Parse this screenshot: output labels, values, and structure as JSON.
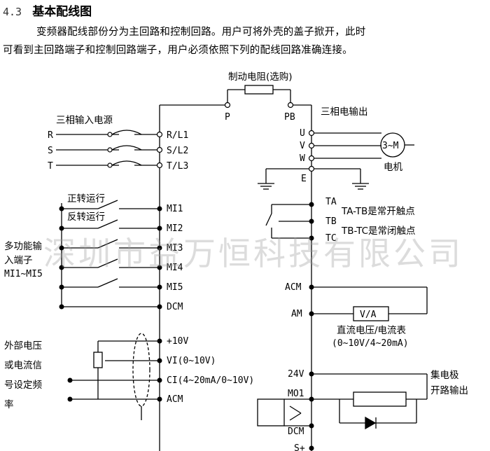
{
  "heading": {
    "number": "4.3",
    "title": "基本配线图"
  },
  "intro": {
    "line1": "变频器配线部份分为主回路和控制回路。用户可将外壳的盖子掀开，此时",
    "line2": "可看到主回路端子和控制回路端子，用户必须依照下列的配线回路准确连接。"
  },
  "diagram": {
    "brake_resistor_label": "制动电阻(选购)",
    "terminal_p": "P",
    "terminal_pb": "PB",
    "three_phase_input_label": "三相输入电源",
    "phase_r": "R",
    "phase_s": "S",
    "phase_t": "T",
    "input_terminals": [
      "R/L1",
      "S/L2",
      "T/L3"
    ],
    "three_phase_output_label": "三相电输出",
    "output_terminals": [
      "U",
      "V",
      "W",
      "E"
    ],
    "motor_symbol": "3~M",
    "motor_label": "电机",
    "relay_terminals": [
      "TA",
      "TB",
      "TC"
    ],
    "relay_note_ta_tb": "TA-TB是常开触点",
    "relay_note_tb_tc": "TB-TC是常闭触点",
    "forward_run": "正转运行",
    "reverse_run": "反转运行",
    "multi_input_label": [
      "多功能输",
      "入端子",
      "MI1~MI5"
    ],
    "mi_terminals": [
      "MI1",
      "MI2",
      "MI3",
      "MI4",
      "MI5",
      "DCM"
    ],
    "analog_terminals": [
      "+10V",
      "VI(0~10V)",
      "CI(4~20mA/0~10V)",
      "ACM"
    ],
    "external_signal_label": [
      "外部电压",
      "或电流信",
      "号设定频",
      "率"
    ],
    "meter_terminals": [
      "ACM",
      "AM"
    ],
    "meter_symbol": "V/A",
    "meter_label": "直流电压/电流表",
    "meter_range": "(0~10V/4~20mA)",
    "dc24_terminal": "24V",
    "mo_terminals": [
      "MO1",
      "DCM"
    ],
    "open_collector_label": [
      "集电极",
      "开路输出"
    ],
    "s_terminal": "S+",
    "watermark": "深圳市益万恒科技有限公司"
  }
}
